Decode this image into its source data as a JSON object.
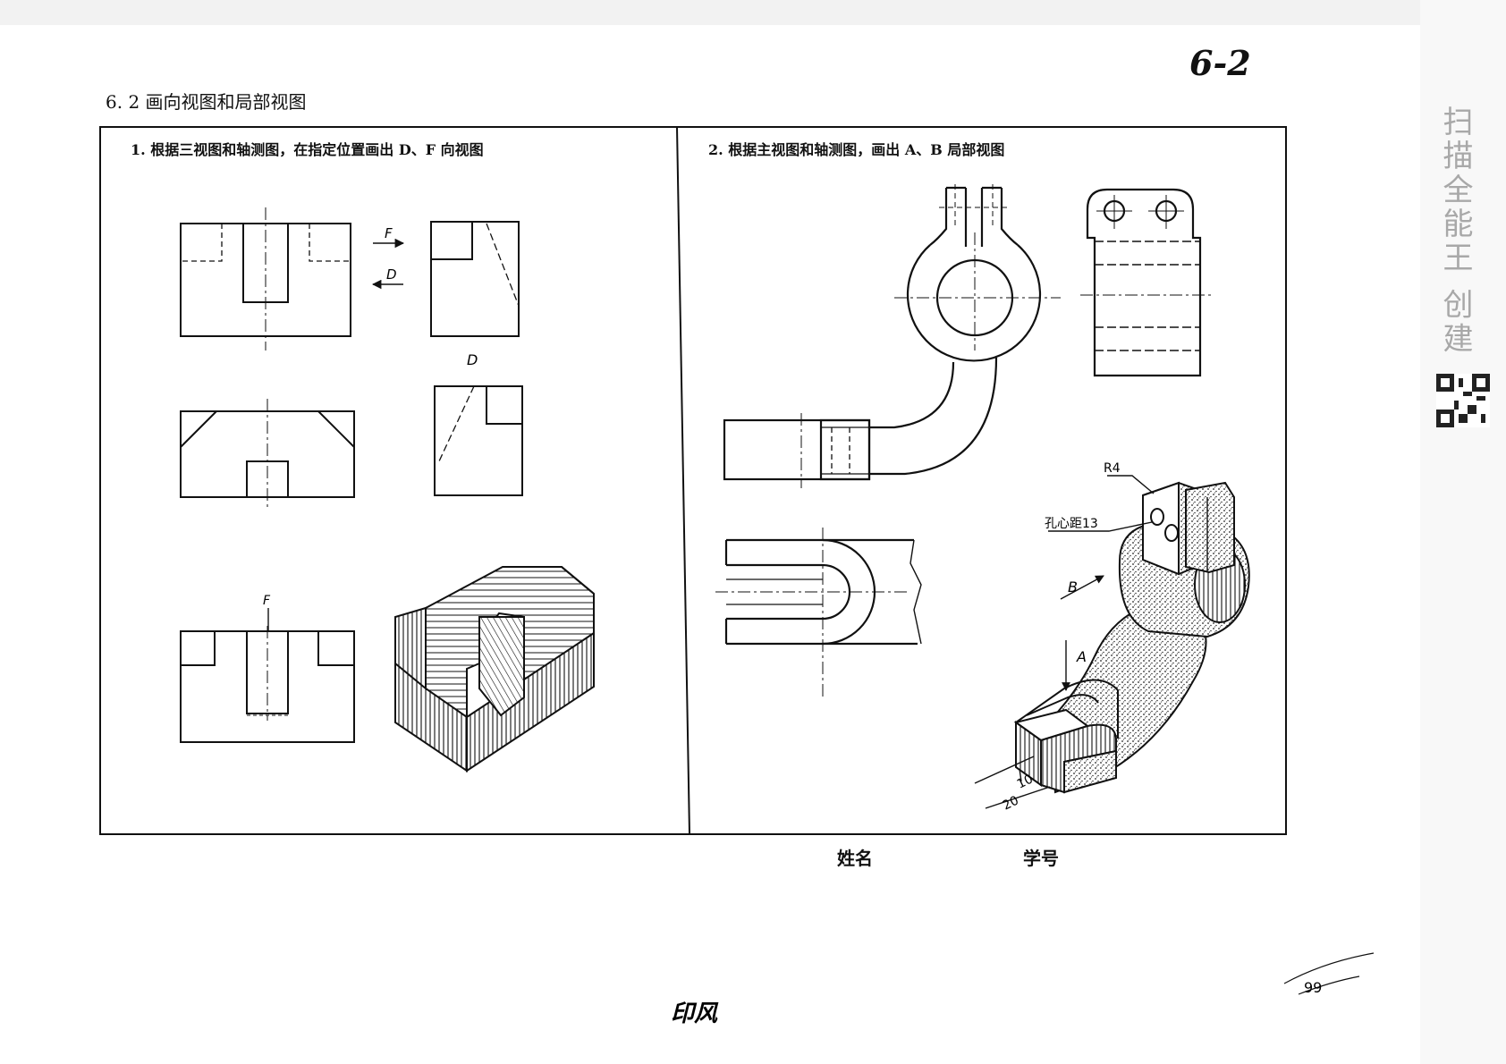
{
  "sheet": {
    "section_title": "6. 2  画向视图和局部视图",
    "handwritten_id": "6-2",
    "page_number": "99",
    "bottom_signature": "印风"
  },
  "task1": {
    "title": "1. 根据三视图和轴测图，在指定位置画出 D、F 向视图",
    "arrow_F": "F",
    "arrow_D": "D",
    "view_label_D": "D",
    "view_label_F": "F"
  },
  "task2": {
    "title": "2. 根据主视图和轴测图，画出 A、B 局部视图",
    "radius_label": "R4",
    "hole_label": "孔心距13",
    "arrow_B": "B",
    "arrow_A": "A",
    "dim_10": "10",
    "dim_20": "20"
  },
  "footer": {
    "name_label": "姓名",
    "student_id_label": "学号"
  },
  "watermark": {
    "text": "扫描全能王 创建"
  }
}
